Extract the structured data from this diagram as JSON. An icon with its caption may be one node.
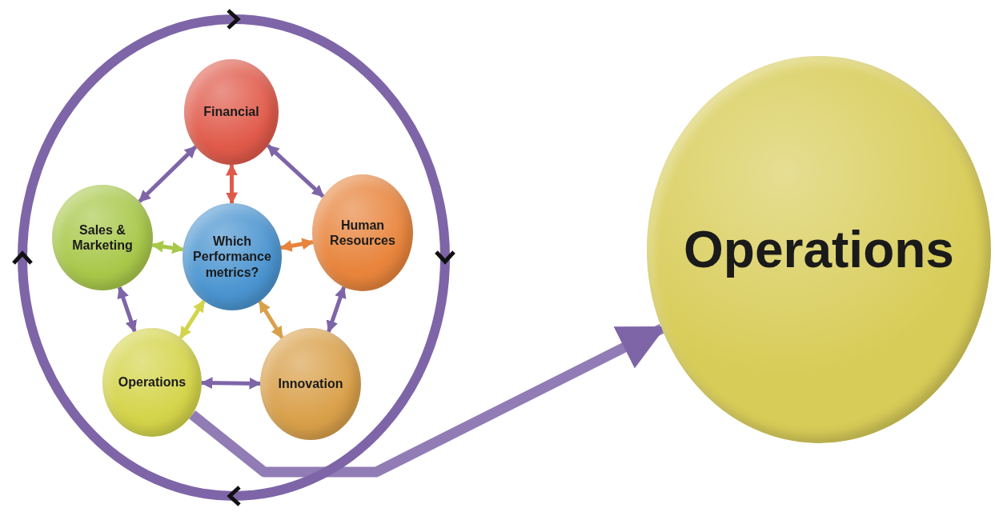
{
  "diagram": {
    "nodes": [
      {
        "text": [],
        "shape": "circle"
      },
      {
        "text": [
          "Financial"
        ],
        "in": 0
      },
      {
        "text": [
          "Sales & Marketing"
        ],
        "in": 0
      },
      {
        "text": [
          "Which Performance metrics?"
        ],
        "in": 0
      },
      {
        "text": [
          "Human Resources"
        ],
        "in": 0
      },
      {
        "text": [
          "Operations"
        ],
        "in": 0
      },
      {
        "text": [
          "Innovation"
        ],
        "in": 0
      },
      {
        "text": [
          "Operations"
        ]
      }
    ],
    "edges": [
      {
        "from": 1,
        "to": 2,
        "arrow": "both"
      },
      {
        "from": 1,
        "to": 4,
        "arrow": "both"
      },
      {
        "from": 1,
        "to": 3,
        "arrow": "both",
        "color": "#e05a4a"
      },
      {
        "from": 2,
        "to": 3,
        "arrow": "both",
        "color": "#a8c84a"
      },
      {
        "from": 3,
        "to": 4,
        "arrow": "both",
        "color": "#e8843c"
      },
      {
        "from": 2,
        "to": 5,
        "arrow": "both"
      },
      {
        "from": 4,
        "to": 6,
        "arrow": "both"
      },
      {
        "from": 5,
        "to": 3,
        "arrow": "both",
        "color": "#d4d44a"
      },
      {
        "from": 3,
        "to": 6,
        "arrow": "both",
        "color": "#d9a04a"
      },
      {
        "from": 5,
        "to": 6,
        "arrow": "both"
      },
      {
        "from": 5,
        "to": 7,
        "arrow": "to",
        "style": "thick"
      }
    ]
  }
}
